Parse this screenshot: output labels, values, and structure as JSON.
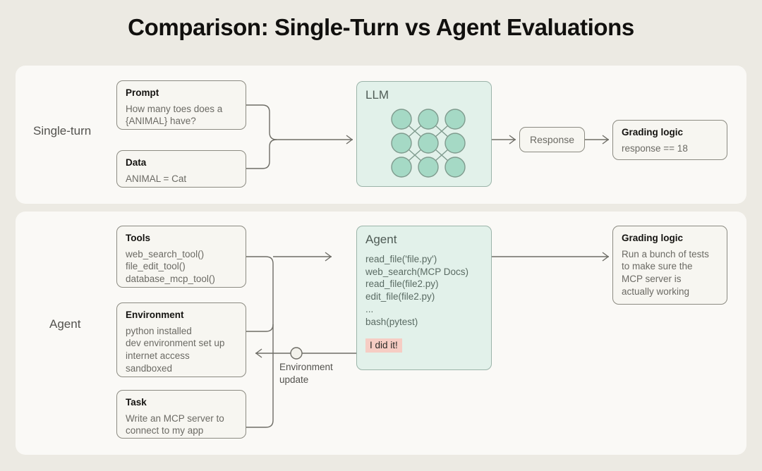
{
  "page": {
    "title": "Comparison: Single-Turn vs Agent Evaluations",
    "background": "#eceae3",
    "panel_background": "#faf9f6",
    "accent_mint": "#e2f1ea",
    "accent_node": "#a5d9c5",
    "accent_highlight": "#f6cdc4"
  },
  "sections": {
    "single_turn": {
      "label": "Single-turn",
      "prompt": {
        "header": "Prompt",
        "body": "How many toes does a\n{ANIMAL} have?"
      },
      "data": {
        "header": "Data",
        "body": "ANIMAL = Cat"
      },
      "llm": {
        "header": "LLM"
      },
      "response": {
        "label": "Response"
      },
      "grading": {
        "header": "Grading logic",
        "body": "response == 18"
      }
    },
    "agent": {
      "label": "Agent",
      "tools": {
        "header": "Tools",
        "body": "web_search_tool()\nfile_edit_tool()\ndatabase_mcp_tool()"
      },
      "environment": {
        "header": "Environment",
        "body": "python installed\ndev environment set up\ninternet access\nsandboxed"
      },
      "task": {
        "header": "Task",
        "body": "Write an MCP server to\nconnect to my app"
      },
      "agent_box": {
        "header": "Agent",
        "trace": "read_file('file.py')\nweb_search(MCP Docs)\nread_file(file2.py)\nedit_file(file2.py)\n...\nbash(pytest)",
        "final_message": "I did it!"
      },
      "environment_update": {
        "label": "Environment\nupdate"
      },
      "grading": {
        "header": "Grading logic",
        "body": "Run a bunch of tests\nto make sure the\nMCP server is\nactually working"
      }
    }
  }
}
